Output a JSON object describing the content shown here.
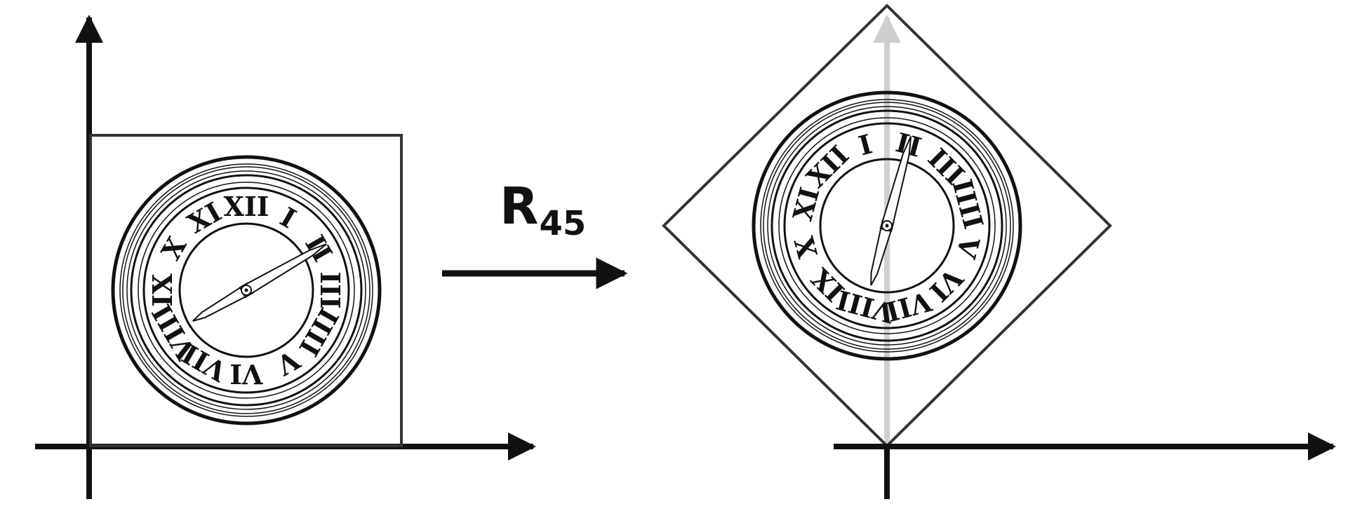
{
  "transform": {
    "label_main": "R",
    "label_subscript": "45",
    "angle_degrees": 45
  },
  "colors": {
    "stroke": "#111111",
    "frame": "#333333",
    "ghost_axis": "#cfcfcf",
    "background": "#ffffff"
  },
  "clock": {
    "numerals": [
      "XII",
      "I",
      "II",
      "III",
      "IIII",
      "V",
      "VI",
      "VII",
      "VIII",
      "IX",
      "X",
      "XI"
    ],
    "hour_hand_time": "8",
    "minute_hand_time": "10"
  }
}
